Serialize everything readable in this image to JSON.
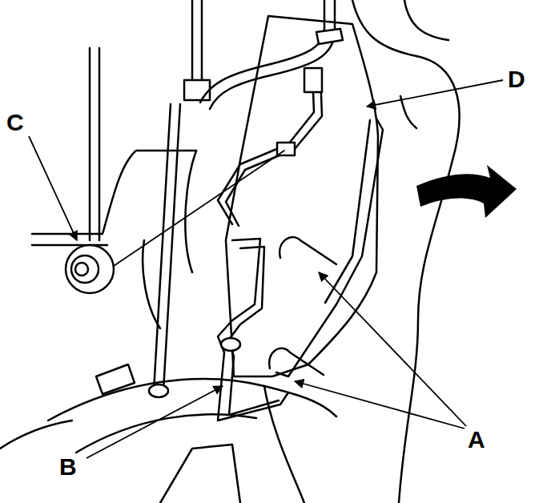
{
  "diagram": {
    "labels": [
      "C",
      "D",
      "A",
      "B"
    ]
  }
}
